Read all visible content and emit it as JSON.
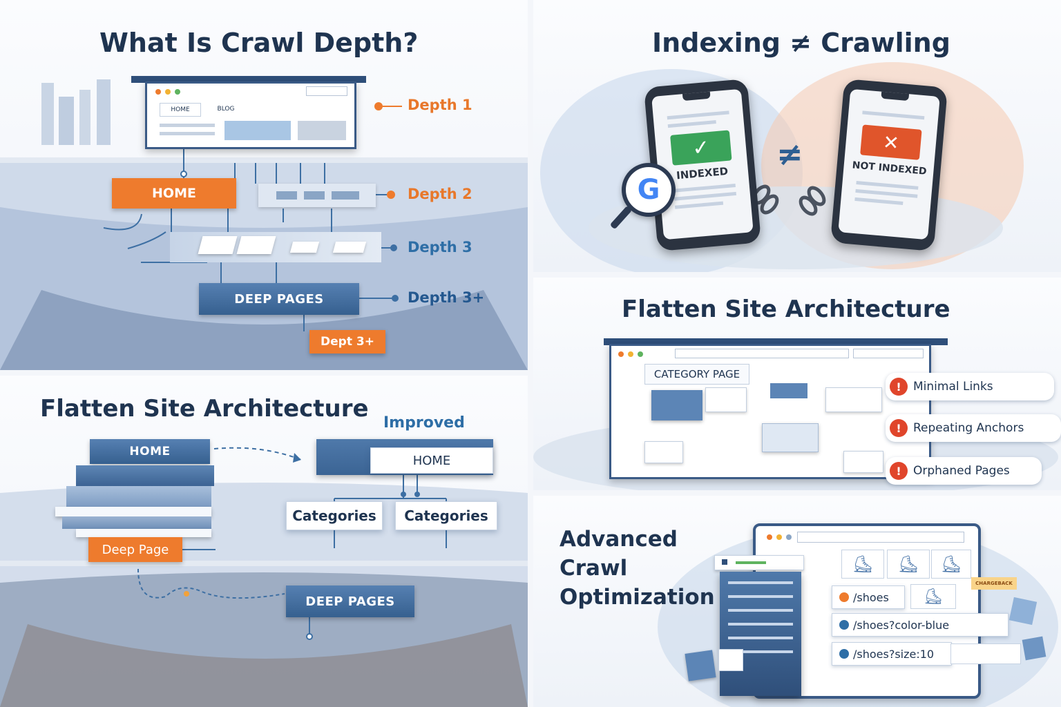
{
  "panel1": {
    "title": "What Is Crawl Depth?",
    "nav_home": "HOME",
    "nav_blog": "BLOG",
    "depth1": "Depth 1",
    "home_box": "HOME",
    "depth2": "Depth 2",
    "depth3": "Depth 3",
    "deep_pages": "DEEP PAGES",
    "depth3plus": "Depth 3+",
    "dept3plus": "Dept 3+"
  },
  "panel2": {
    "title": "Indexing ≠ Crawling",
    "indexed": "INDEXED",
    "not_indexed": "NOT INDEXED",
    "neq": "≠",
    "google_letter": "G"
  },
  "panel3": {
    "title": "Flatten Site Architecture",
    "old_home": "HOME",
    "deep_page": "Deep Page",
    "improved": "Improved",
    "new_home": "HOME",
    "categories_1": "Categories",
    "categories_2": "Categories",
    "deep_pages": "DEEP PAGES"
  },
  "panel4": {
    "title": "Flatten Site Architecture",
    "category_page": "CATEGORY PAGE",
    "issues": [
      "Minimal Links",
      "Repeating Anchors",
      "Orphaned Pages"
    ]
  },
  "panel5": {
    "title_line1": "Advanced",
    "title_line2": "Crawl",
    "title_line3": "Optimization",
    "urls": [
      "/shoes",
      "/shoes?color-blue",
      "/shoes?size:10"
    ],
    "tag": "CHARGEBACK"
  },
  "colors": {
    "navy": "#1f3450",
    "orange": "#ee7b2d",
    "blue": "#2e6ea6",
    "green": "#3aa35a",
    "red": "#e0452b"
  }
}
